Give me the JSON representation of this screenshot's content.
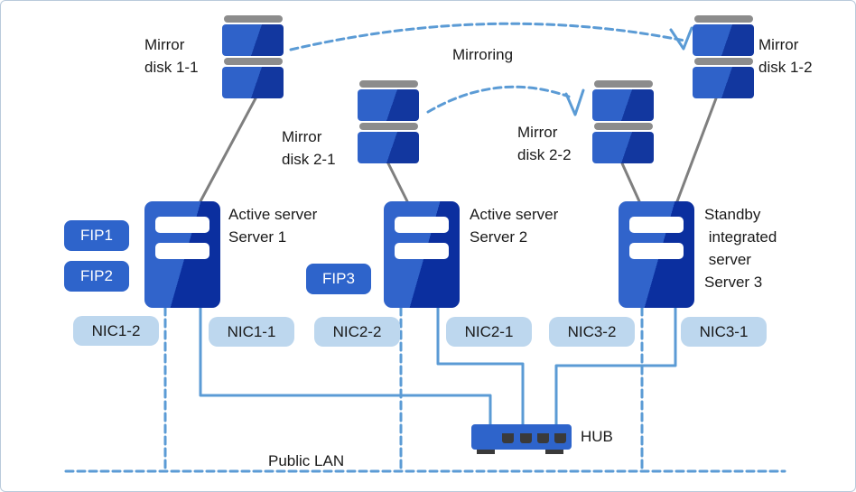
{
  "colors": {
    "server_light": "#3164cb",
    "server_dark": "#0b2f9f",
    "disk_light": "#2f62c9",
    "disk_dark": "#12379f",
    "fip_bg": "#2e64cb",
    "nic_bg": "#bdd7ee",
    "hub_bg": "#2e64cb",
    "line_blue": "#5b9bd5",
    "gray_line": "#7f7f7f",
    "gray_bar": "#8c8c8c",
    "port_dark": "#3a3a3a",
    "text": "#1a1a1a",
    "frame": "#b9cadb"
  },
  "disks": [
    {
      "label": "Mirror\ndisk 1-1"
    },
    {
      "label": "Mirror\ndisk 2-1"
    },
    {
      "label": "Mirror\ndisk 2-2"
    },
    {
      "label": "Mirror\ndisk 1-2"
    }
  ],
  "servers": [
    {
      "label": "Active server\nServer 1"
    },
    {
      "label": "Active server\nServer 2"
    },
    {
      "label": "Standby\n integrated\n server\nServer 3"
    }
  ],
  "fip_badges": [
    {
      "label": "FIP1"
    },
    {
      "label": "FIP2"
    },
    {
      "label": "FIP3"
    }
  ],
  "nic_badges": [
    {
      "label": "NIC1-2"
    },
    {
      "label": "NIC1-1"
    },
    {
      "label": "NIC2-2"
    },
    {
      "label": "NIC2-1"
    },
    {
      "label": "NIC3-2"
    },
    {
      "label": "NIC3-1"
    }
  ],
  "labels": {
    "mirroring": "Mirroring",
    "public_lan": "Public LAN",
    "hub": "HUB"
  }
}
